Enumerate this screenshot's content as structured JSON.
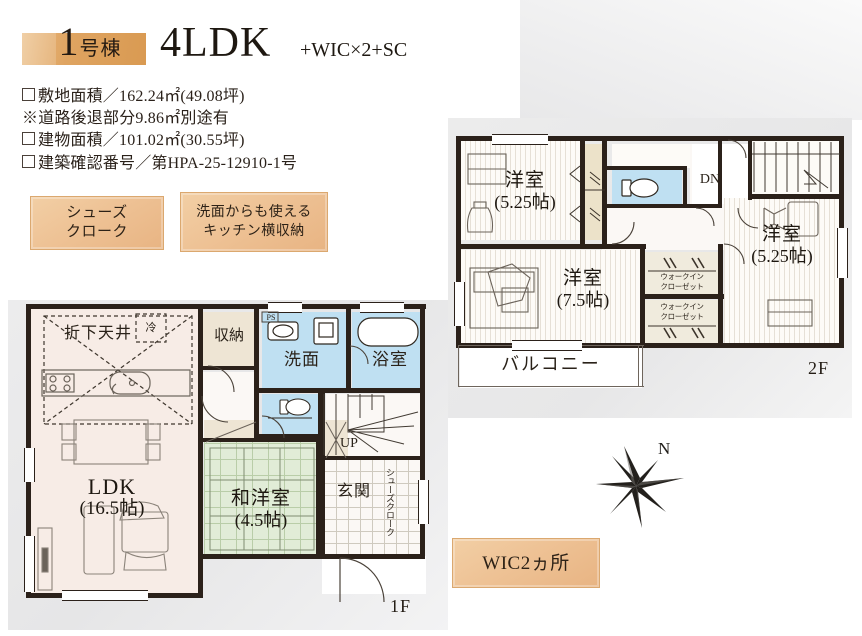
{
  "header": {
    "badge_number": "1",
    "badge_suffix": "号棟",
    "plan_type": "4LDK",
    "plan_extra": "+WIC×2+SC",
    "specs": [
      "敷地面積／162.24㎡(49.08坪)",
      "※道路後退部分9.86㎡別途有",
      "建物面積／101.02㎡(30.55坪)",
      "建築確認番号／第HPA-25-12910-1号"
    ]
  },
  "features": {
    "shoes_closet_line1": "シューズ",
    "shoes_closet_line2": "クローク",
    "kitchen_storage_line1": "洗面からも使える",
    "kitchen_storage_line2": "キッチン横収納",
    "wic_count": "WIC2ヵ所"
  },
  "floor1": {
    "tag": "1F",
    "rooms": [
      {
        "name": "LDK",
        "size": "(16.5帖)"
      },
      {
        "name": "和洋室",
        "size": "(4.5帖)"
      }
    ],
    "labels": {
      "lowered_ceiling": "折下天井",
      "fridge": "冷",
      "storage": "収納",
      "washroom": "洗面",
      "bathroom": "浴室",
      "entrance": "玄関",
      "stairs_up": "UP",
      "pipe_shaft": "PS",
      "shoes_closet_vertical": "シューズクローク"
    }
  },
  "floor2": {
    "tag": "2F",
    "rooms": [
      {
        "name": "洋室",
        "size": "(5.25帖)"
      },
      {
        "name": "洋室",
        "size": "(7.5帖)"
      },
      {
        "name": "洋室",
        "size": "(5.25帖)"
      }
    ],
    "labels": {
      "balcony": "バルコニー",
      "stairs_down": "DN",
      "walk_in_closet_1_line1": "ウォークイン",
      "walk_in_closet_1_line2": "クローゼット",
      "walk_in_closet_2_line1": "ウォークイン",
      "walk_in_closet_2_line2": "クローゼット"
    }
  },
  "compass": {
    "north_label": "N"
  },
  "colors": {
    "tan_accent": "#e8b483",
    "ldk_floor": "#f7ece6",
    "tatami": "#e1ecd7",
    "water_room": "#bfe0f2",
    "wall": "#2b211a",
    "closet_wood": "#ece2c9"
  }
}
